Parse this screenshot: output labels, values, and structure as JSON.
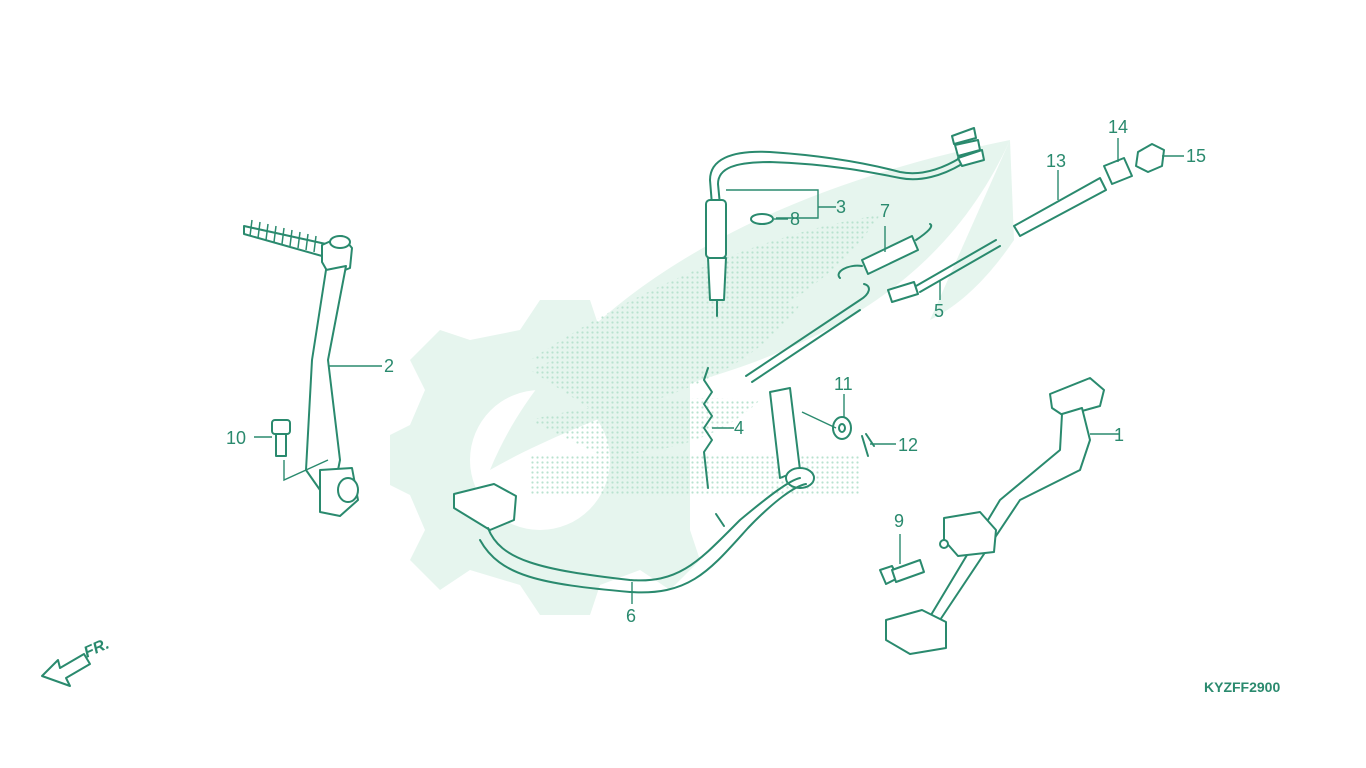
{
  "diagram": {
    "part_code": "KYZFF2900",
    "direction_label": "FR.",
    "colors": {
      "line": "#2a8a6e",
      "watermark": "#d9f0e6",
      "background": "#ffffff"
    },
    "callouts": [
      "1",
      "2",
      "3",
      "4",
      "5",
      "6",
      "7",
      "8",
      "9",
      "10",
      "11",
      "12",
      "13",
      "14",
      "15"
    ]
  }
}
